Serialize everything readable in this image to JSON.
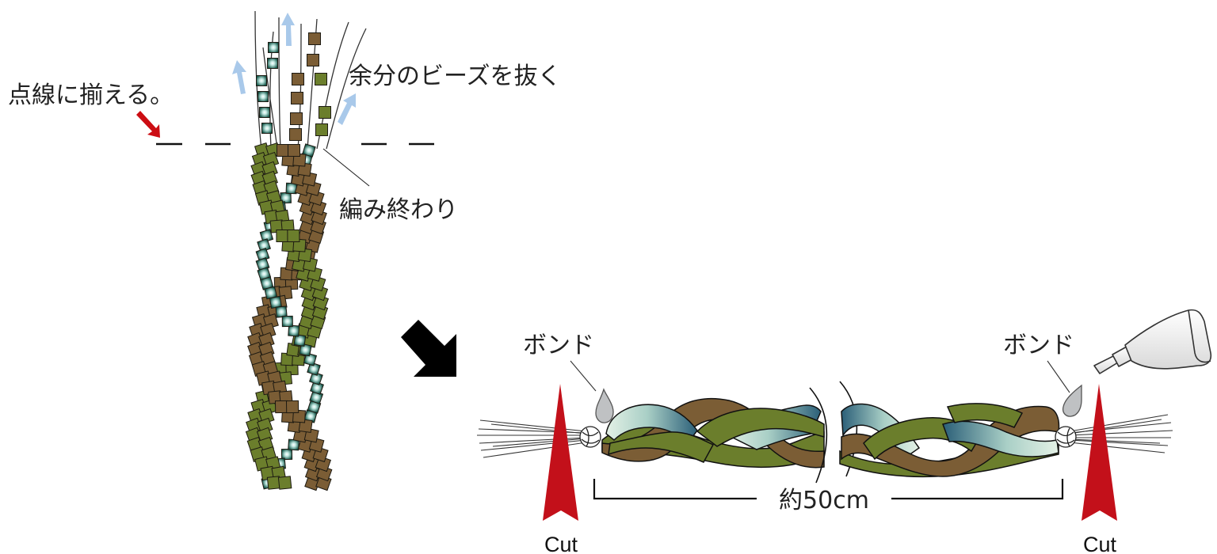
{
  "labels": {
    "align_to_dotted_line": "点線に揃える。",
    "remove_extra_beads": "余分のビーズを抜く",
    "braid_end": "編み終わり",
    "bond_left": "ボンド",
    "bond_right": "ボンド",
    "length": "約50cm",
    "cut_left": "Cut",
    "cut_right": "Cut"
  },
  "colors": {
    "bead_brown": "#7b5d35",
    "bead_olive": "#6b7e2c",
    "bead_teal": "#1f6a5a",
    "arrow_blue": "#a9c9ea",
    "arrow_red": "#cc0d13",
    "cut_marker": "#c3101a",
    "glue_drop": "#bfc1c3"
  }
}
